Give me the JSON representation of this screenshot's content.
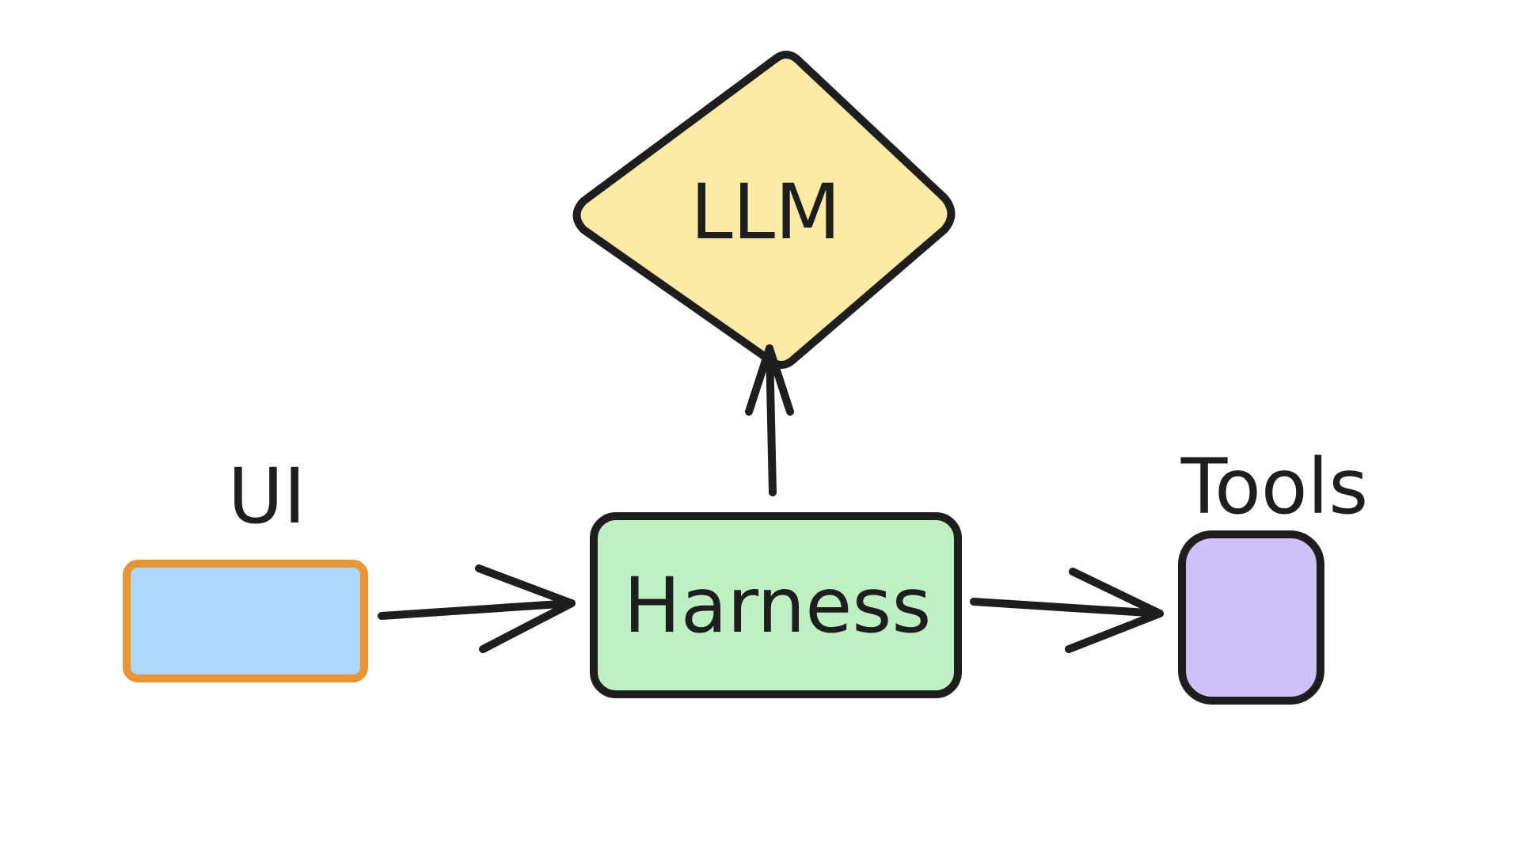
{
  "diagram": {
    "nodes": {
      "llm": {
        "label": "LLM",
        "shape": "diamond",
        "fill": "#FCEBA6",
        "stroke": "#1e1e1e"
      },
      "harness": {
        "label": "Harness",
        "shape": "rounded-rectangle",
        "fill": "#BEF0C2",
        "stroke": "#1e1e1e"
      },
      "ui": {
        "label": "UI",
        "shape": "rectangle",
        "fill": "#AED6F9",
        "stroke": "#E8953A"
      },
      "tools": {
        "label": "Tools",
        "shape": "rounded-square",
        "fill": "#CFC0F7",
        "stroke": "#1e1e1e"
      }
    },
    "edges": [
      {
        "from": "ui",
        "to": "harness"
      },
      {
        "from": "harness",
        "to": "llm"
      },
      {
        "from": "harness",
        "to": "tools"
      }
    ]
  }
}
